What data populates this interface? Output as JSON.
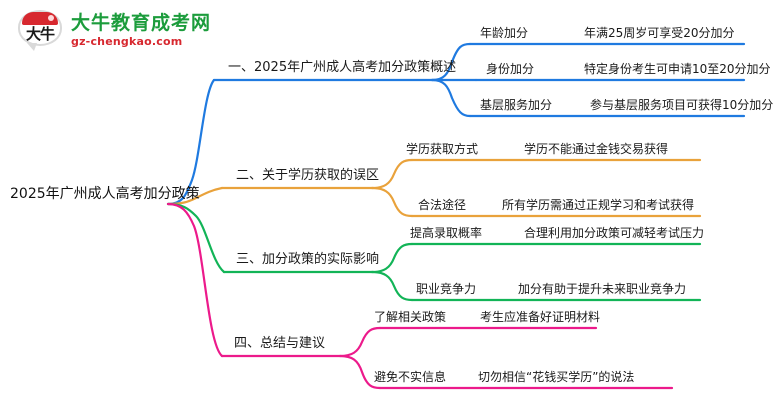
{
  "logo": {
    "mark_text": "大牛",
    "brand_name": "大牛教育成考网",
    "domain": "gz-chengkao.com"
  },
  "mindmap": {
    "root": "2025年广州成人高考加分政策",
    "colors": {
      "branch1": "#1f7ae0",
      "branch2": "#e9a23b",
      "branch3": "#12b457",
      "branch4": "#ec1a8b"
    },
    "branches": [
      {
        "title": "一、2025年广州成人高考加分政策概述",
        "color": "#1f7ae0",
        "children": [
          {
            "topic": "年龄加分",
            "detail": "年满25周岁可享受20分加分"
          },
          {
            "topic": "身份加分",
            "detail": "特定身份考生可申请10至20分加分"
          },
          {
            "topic": "基层服务加分",
            "detail": "参与基层服务项目可获得10分加分"
          }
        ]
      },
      {
        "title": "二、关于学历获取的误区",
        "color": "#e9a23b",
        "children": [
          {
            "topic": "学历获取方式",
            "detail": "学历不能通过金钱交易获得"
          },
          {
            "topic": "合法途径",
            "detail": "所有学历需通过正规学习和考试获得"
          }
        ]
      },
      {
        "title": "三、加分政策的实际影响",
        "color": "#12b457",
        "children": [
          {
            "topic": "提高录取概率",
            "detail": "合理利用加分政策可减轻考试压力"
          },
          {
            "topic": "职业竞争力",
            "detail": "加分有助于提升未来职业竞争力"
          }
        ]
      },
      {
        "title": "四、总结与建议",
        "color": "#ec1a8b",
        "children": [
          {
            "topic": "了解相关政策",
            "detail": "考生应准备好证明材料"
          },
          {
            "topic": "避免不实信息",
            "detail": "切勿相信“花钱买学历”的说法"
          }
        ]
      }
    ]
  }
}
